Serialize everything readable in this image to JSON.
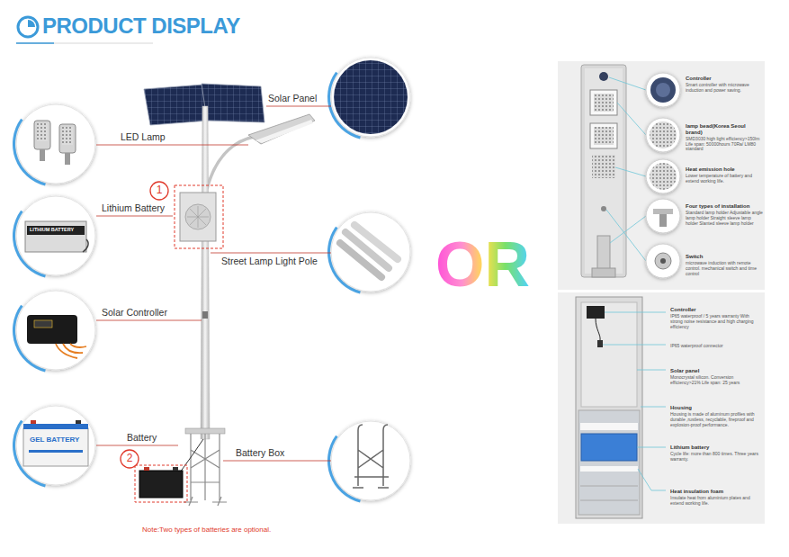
{
  "diagram": {
    "title": "PRODUCT DISPLAY",
    "nodes": [
      {
        "text": [
          "Controller",
          "Smart controller with microwave induction and power saving.",
          "lamp bead(Korea Seoul brand)",
          "SMD3030 high light efficiency>150lm Life span: 50000hours 70Ra/ LM80 standard",
          "Heat emission hole",
          "Lower temperature of battery and extend working life.",
          "Four types of installation",
          "Standard lamp holder Adjustable angle lamp holder Straight sleeve lamp holder Slanted sleeve lamp holder",
          "Switch",
          "microwave induction with remote control. mechanical switch and time control"
        ]
      },
      {
        "text": [
          "Controller",
          "IP65 waterproof / 5 years warranty With strong noise resistance and high charging efficiency",
          "IP65 waterproof connector",
          "Solar panel",
          "Monocrystal silicon. Conversion efficiency>21% Life span: 25 years",
          "Housing",
          "Housing is made of aluminum profiles with durable ,rustless, recyclable, fireproof and explosion-proof performance.",
          "Lithium battery",
          "Cycle life: more than 800 times. Three years warranty.",
          "Heat insulation foam",
          "Insulate heat from aluminium plates and extend working life."
        ]
      }
    ],
    "labels": [
      "Solar Panel",
      "LED Lamp",
      "1",
      "Lithium Battery",
      "Street Lamp Light Pole",
      "Solar Controller",
      "Battery",
      "2",
      "Battery Box",
      "Note:Two types of batteries are optional.",
      "OR",
      "LITHIUM BATTERY",
      "GEL BATTERY"
    ]
  }
}
